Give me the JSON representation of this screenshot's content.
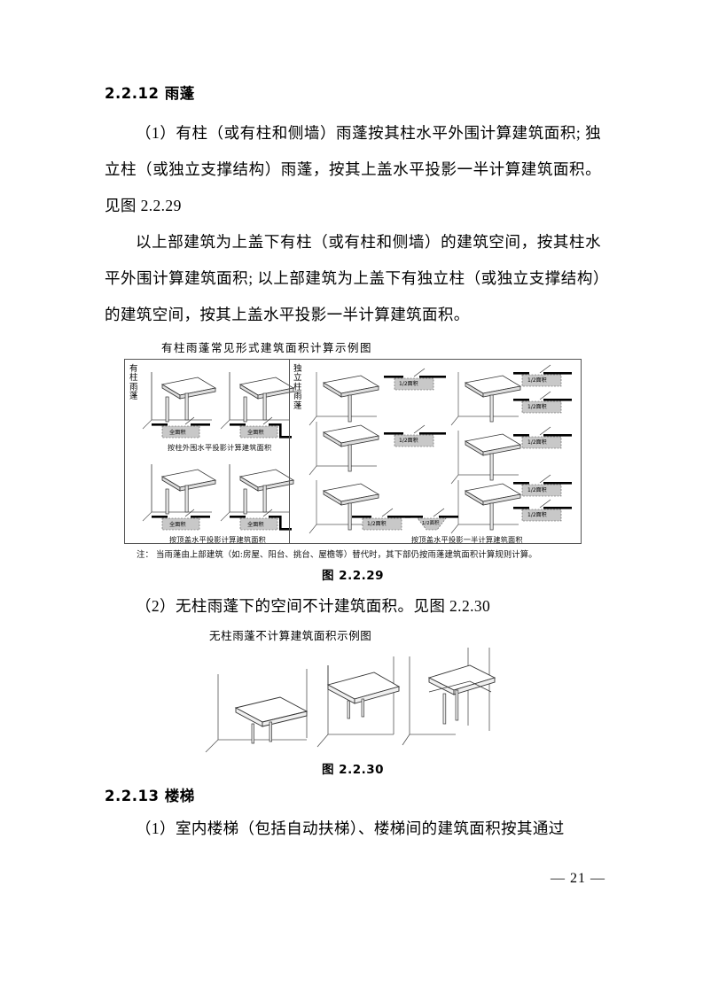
{
  "document": {
    "page_number": "— 21 —"
  },
  "sections": [
    {
      "heading": "2.2.12 雨蓬",
      "paragraphs": [
        "（1）有柱（或有柱和侧墙）雨蓬按其柱水平外围计算建筑面积; 独立柱（或独立支撑结构）雨蓬，按其上盖水平投影一半计算建筑面积。见图 2.2.29",
        "以上部建筑为上盖下有柱（或有柱和侧墙）的建筑空间，按其柱水平外围计算建筑面积; 以上部建筑为上盖下有独立柱（或独立支撑结构）的建筑空间，按其上盖水平投影一半计算建筑面积。"
      ],
      "paragraph2": "（2）无柱雨蓬下的空间不计建筑面积。见图 2.2.30"
    },
    {
      "heading": "2.2.13 楼梯",
      "paragraphs": [
        "（1）室内楼梯（包括自动扶梯）、楼梯间的建筑面积按其通过"
      ]
    }
  ],
  "figure1": {
    "title": "有柱雨蓬常见形式建筑面积计算示例图",
    "left_panel_label": "有柱雨蓬",
    "right_panel_label": "独立柱雨蓬",
    "left_caption_top": "按柱外围水平投影计算建筑面积",
    "left_caption_bottom": "按顶盖水平投影计算建筑面积",
    "right_caption_bottom": "按顶盖水平投影一半计算建筑面积",
    "area_full_label": "全面积",
    "area_half_label": "1/2面积",
    "note": "注： 当雨蓬由上部建筑（如:房屋、阳台、挑台、屋檐等）替代时，其下部仍按雨蓬建筑面积计算规则计算。",
    "caption": "图 2.2.29"
  },
  "figure2": {
    "title": "无柱雨蓬不计算建筑面积示例图",
    "caption": "图 2.2.30"
  },
  "colors": {
    "text": "#000000",
    "frame": "#555555",
    "slab_fill": "#ffffff",
    "plan_fill": "#c8c8c8",
    "line": "#333333"
  }
}
